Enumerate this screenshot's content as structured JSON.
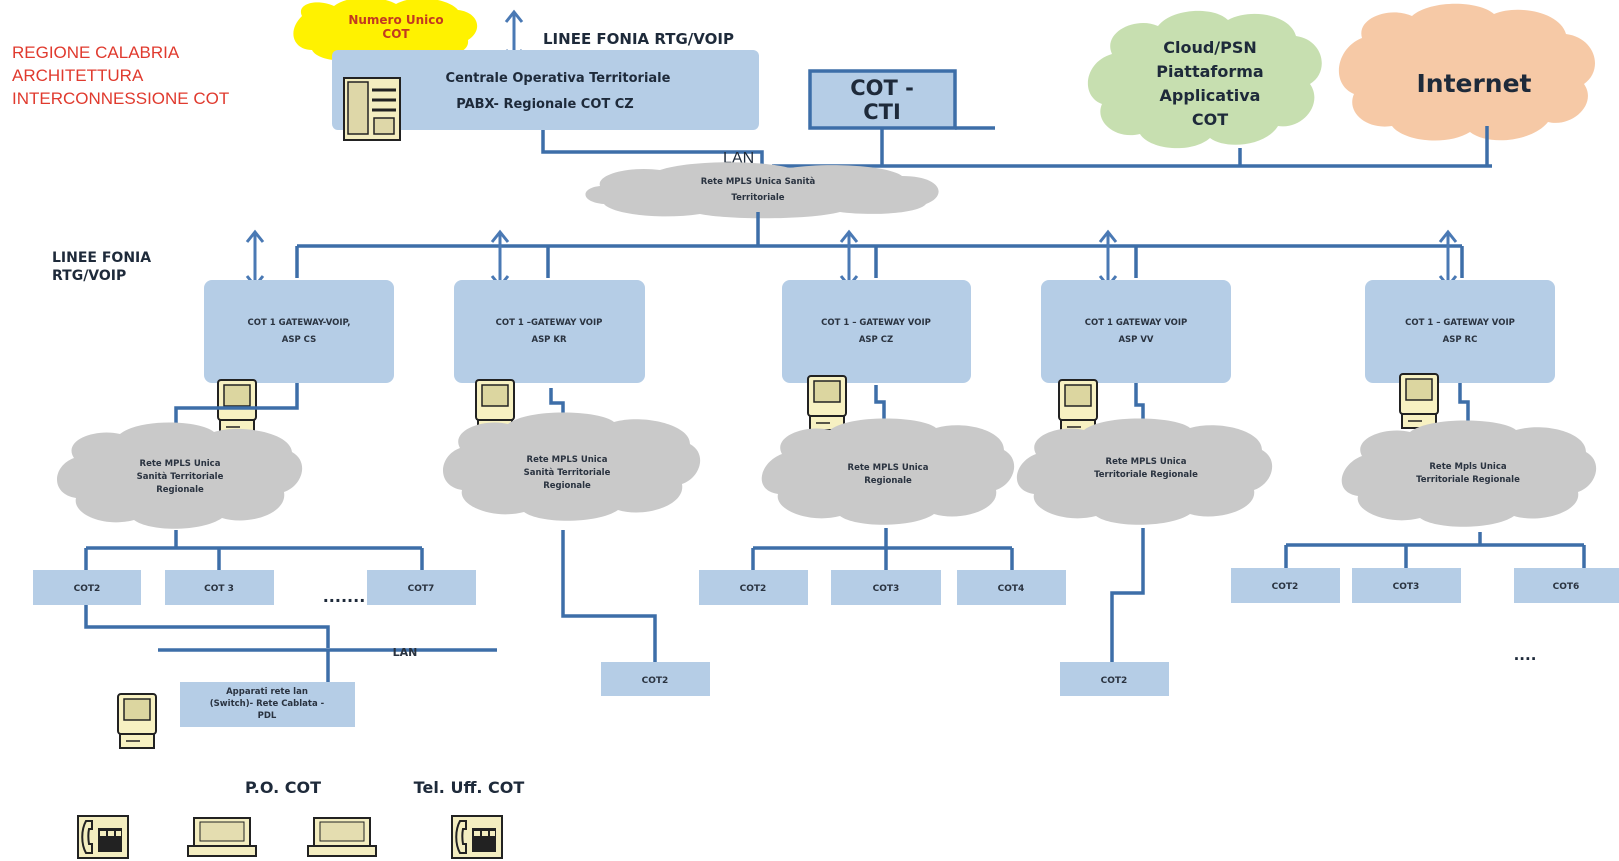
{
  "header": {
    "region": "REGIONE CALABRIA",
    "arch_line1": "ARCHITETTURA",
    "arch_line2": "INTERCONNESSIONE COT",
    "region_color": "#e03a2e"
  },
  "numero_unico": {
    "line1": "Numero Unico",
    "line2": "COT",
    "color": "#fff200"
  },
  "top_voip_label": "LINEE FONIA RTG/VOIP",
  "central": {
    "line1": "Centrale Operativa Territoriale",
    "line2": "PABX- Regionale COT  CZ"
  },
  "cti": {
    "line1": "COT -",
    "line2": "CTI"
  },
  "cloud_psn": {
    "line1": "Cloud/PSN",
    "line2": "Piattaforma",
    "line3": "Applicativa",
    "line4": "COT",
    "color": "#c7dfb0"
  },
  "internet": {
    "label": "Internet",
    "color": "#f6c9a6"
  },
  "lan_top": "LAN",
  "mpls_central": {
    "line1": "Rete MPLS   Unica Sanità",
    "line2": "Territoriale"
  },
  "left_voip_label": {
    "line1": "LINEE FONIA",
    "line2": "RTG/VOIP"
  },
  "gateways": [
    {
      "line1": "COT 1 GATEWAY-VOIP,",
      "line2": "ASP CS"
    },
    {
      "line1": "COT 1 –GATEWAY VOIP",
      "line2": "ASP KR"
    },
    {
      "line1": "COT 1 – GATEWAY VOIP",
      "line2": "ASP CZ"
    },
    {
      "line1": "COT 1 GATEWAY VOIP",
      "line2": "ASP VV"
    },
    {
      "line1": "COT 1 – GATEWAY VOIP",
      "line2": "ASP RC"
    }
  ],
  "mpls_clouds": [
    {
      "line1": "Rete MPLS Unica",
      "line2": "Sanità Territoriale",
      "line3": "Regionale"
    },
    {
      "line1": "Rete MPLS Unica",
      "line2": "Sanità Territoriale",
      "line3": "Regionale"
    },
    {
      "line1": "Rete MPLS  Unica",
      "line2": "Regionale",
      "line3": ""
    },
    {
      "line1": "Rete MPLS  Unica",
      "line2": "Territoriale Regionale",
      "line3": ""
    },
    {
      "line1": "Rete Mpls  Unica",
      "line2": "Territoriale  Regionale",
      "line3": ""
    }
  ],
  "cot_boxes": {
    "cs": [
      "COT2",
      "COT 3",
      "COT7"
    ],
    "kr": [
      "COT2"
    ],
    "cz": [
      "COT2",
      "COT3",
      "COT4"
    ],
    "vv": [
      "COT2"
    ],
    "rc": [
      "COT2",
      "COT3",
      "COT6"
    ]
  },
  "ellipsis_cs": ".......",
  "ellipsis_rc": "....",
  "lan_bottom": "LAN",
  "apparati": {
    "line1": "Apparati rete lan",
    "line2": "(Switch)- Rete Cablata -",
    "line3": "PDL"
  },
  "po_cot": "P.O. COT",
  "tel_uff_cot": "Tel. Uff. COT"
}
